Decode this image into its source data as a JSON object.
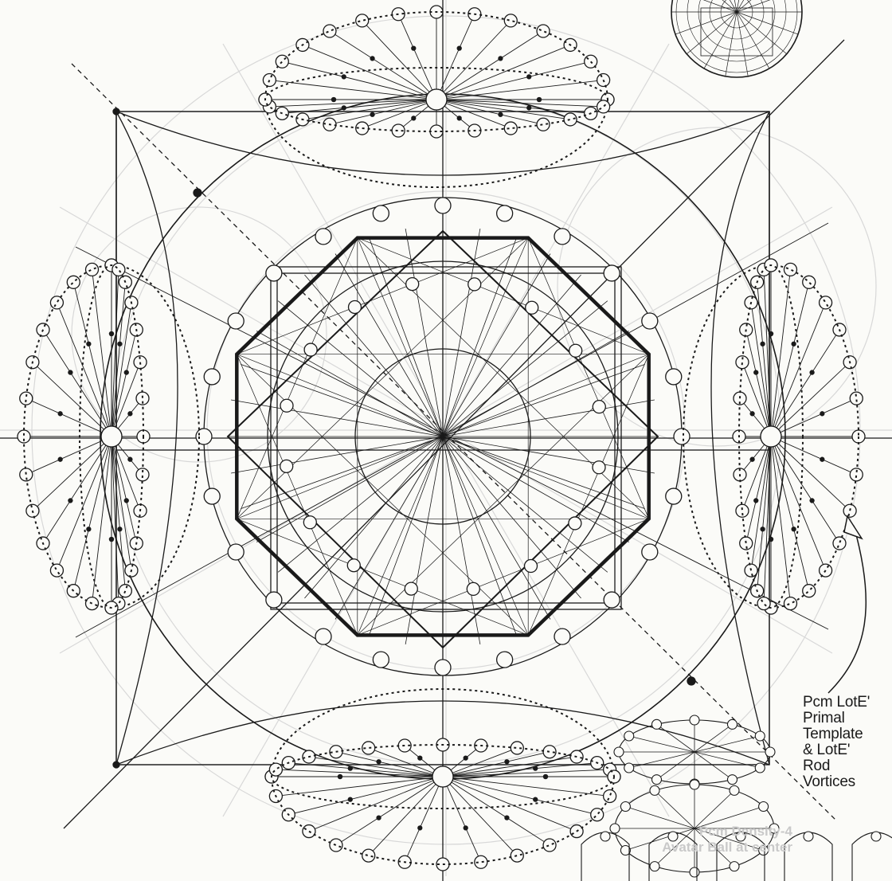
{
  "callout": {
    "lines": [
      "Pcm LotE'",
      "Primal",
      "Template",
      "& LotE'",
      "Rod",
      "Vortices"
    ]
  },
  "background_text": {
    "lines": [
      "Pcm Density-4",
      "Avatar Ball at center"
    ]
  },
  "colors": {
    "ink": "#1a1a1a",
    "paper": "#fbfbf8",
    "ghost": "#c9c9c9"
  },
  "icons": [
    "arrow-head-icon"
  ]
}
